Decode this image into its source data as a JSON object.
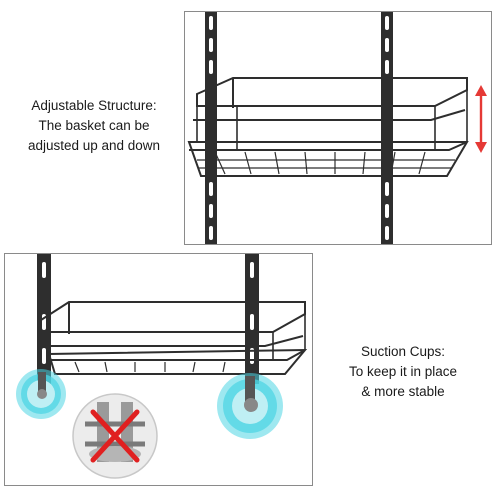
{
  "features": [
    {
      "lines": [
        "Adjustable Structure:",
        "The basket can be",
        "adjusted up and down"
      ],
      "icon": "up-down-arrow-icon",
      "accent": "#e53935"
    },
    {
      "lines": [
        "Suction Cups:",
        "To keep it in place",
        "& more stable"
      ],
      "icon": "suction-cup-icon",
      "accent": "#4fd6e4",
      "prohibited_icon": "prohibited-cross-icon",
      "prohibited_color": "#e02020"
    }
  ],
  "colors": {
    "rack_metal": "#2e2e2e",
    "panel_border": "#8a8a8a",
    "text": "#1a1a1a"
  }
}
